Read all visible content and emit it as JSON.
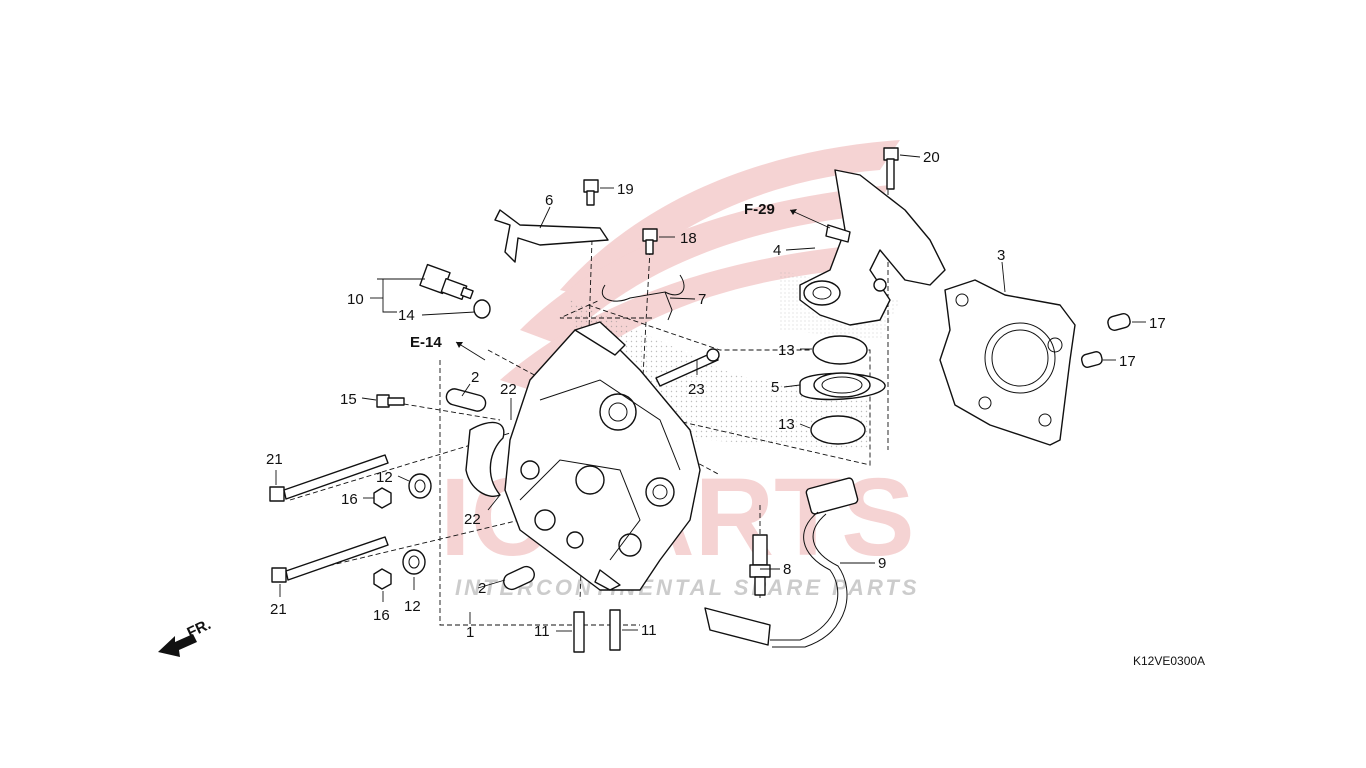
{
  "diagram_code": "K12VE0300A",
  "front_label": "FR.",
  "watermark": {
    "logo": "ICPARTS",
    "tagline": "INTERCONTINENTAL SPARE PARTS",
    "colors": {
      "logo": "#d63a3a",
      "text": "#9a9a9a"
    }
  },
  "references": [
    "E-14",
    "F-29"
  ],
  "callouts": {
    "c1": "1",
    "c2a": "2",
    "c2b": "2",
    "c3": "3",
    "c4": "4",
    "c5": "5",
    "c6": "6",
    "c7": "7",
    "c8": "8",
    "c9": "9",
    "c10": "10",
    "c11a": "11",
    "c11b": "11",
    "c12a": "12",
    "c12b": "12",
    "c13a": "13",
    "c13b": "13",
    "c14": "14",
    "c15": "15",
    "c16a": "16",
    "c16b": "16",
    "c17a": "17",
    "c17b": "17",
    "c18": "18",
    "c19": "19",
    "c20": "20",
    "c21a": "21",
    "c21b": "21",
    "c22a": "22",
    "c22b": "22",
    "c23": "23"
  }
}
